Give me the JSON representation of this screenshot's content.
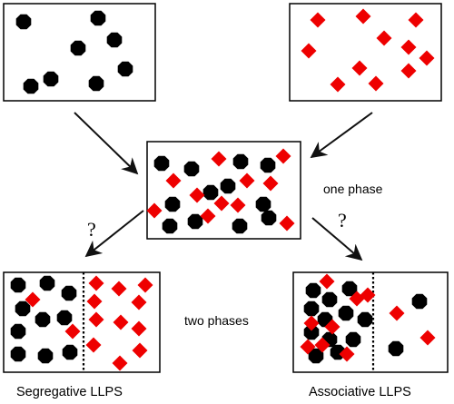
{
  "labels": {
    "one_phase": "one phase",
    "two_phases": "two phases",
    "segregative": "Segregative LLPS",
    "associative": "Associative LLPS",
    "question_left": "?",
    "question_right": "?"
  },
  "colors": {
    "black_particle": "#000000",
    "red_particle": "#ee0000",
    "box_border": "#000000",
    "arrow": "#111111"
  },
  "icons": {
    "black_particle": "black-octagon-particle",
    "red_particle": "red-diamond-particle"
  }
}
